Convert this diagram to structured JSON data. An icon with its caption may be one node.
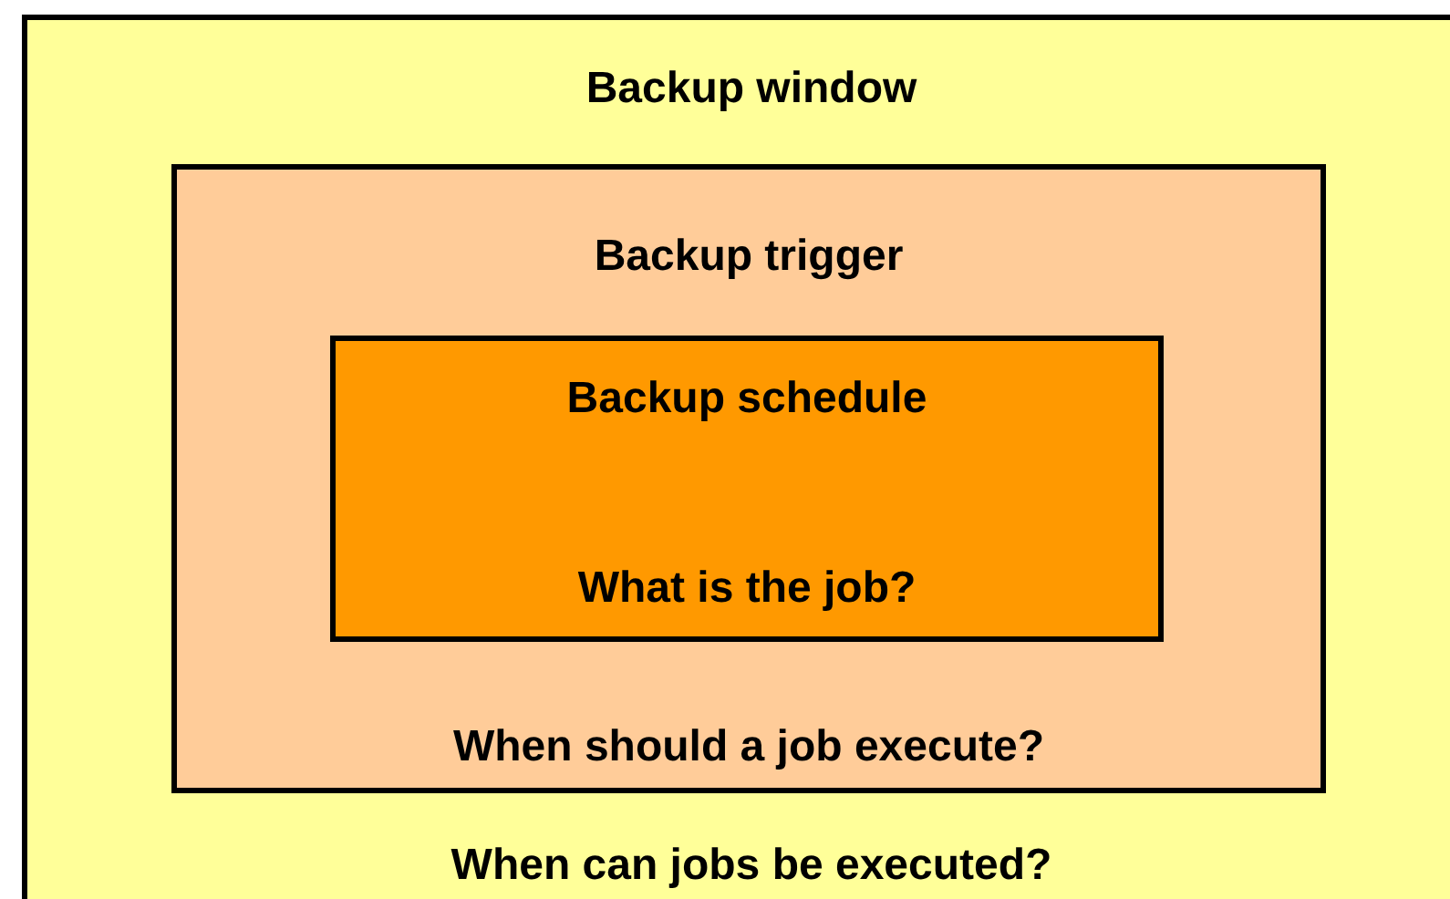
{
  "diagram": {
    "nodes": [
      {
        "text": [
          "Backup window",
          "When can jobs be executed?"
        ]
      },
      {
        "text": [
          "Backup trigger",
          "When should a job execute?"
        ],
        "in": 0
      },
      {
        "text": [
          "Backup schedule",
          "What is the job?"
        ],
        "in": 1
      }
    ]
  }
}
